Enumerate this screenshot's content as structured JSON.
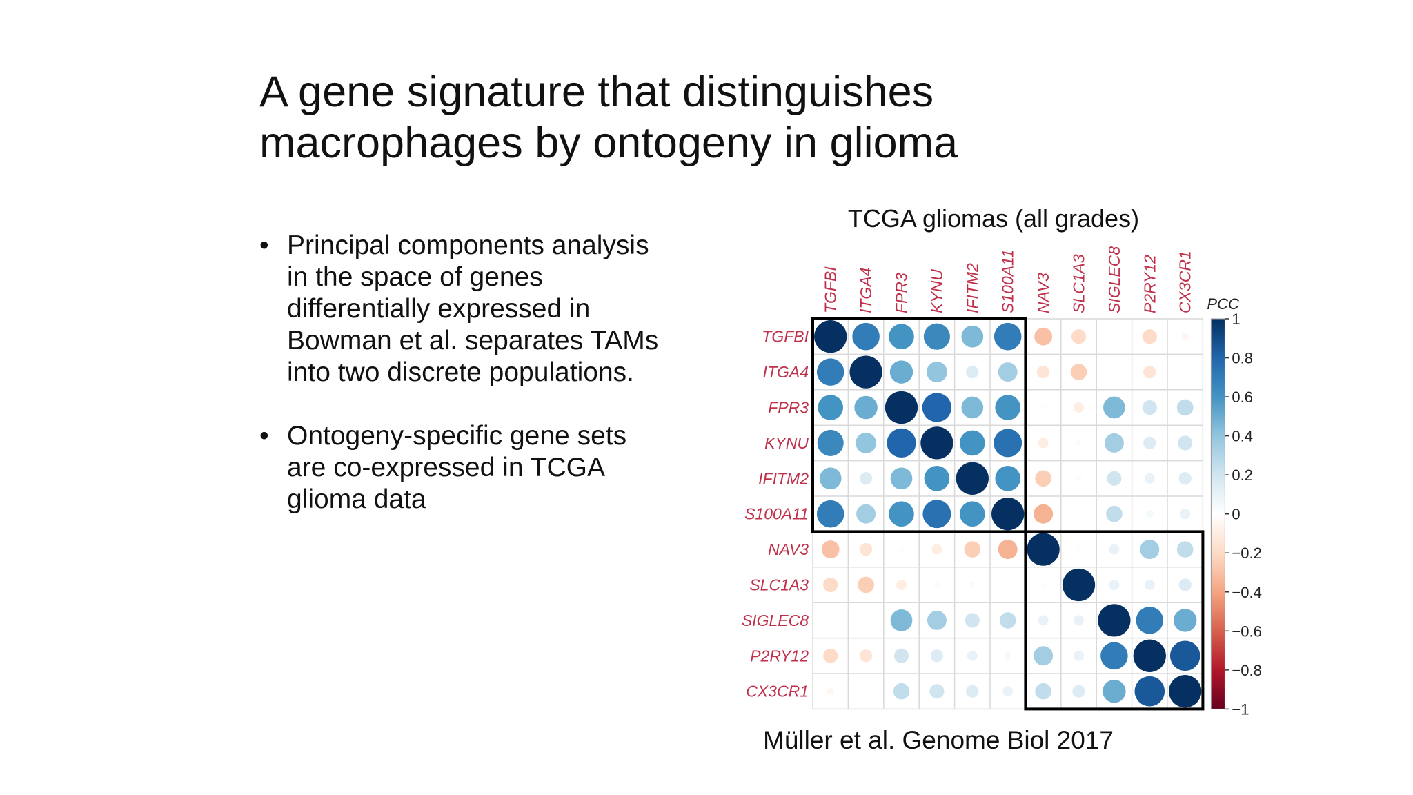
{
  "slide": {
    "title_lines": [
      "A gene signature that distinguishes",
      "macrophages by ontogeny in glioma"
    ],
    "bullets": [
      {
        "lines": [
          "Principal components analysis",
          "in the space of genes",
          "differentially expressed in",
          "Bowman et al. separates TAMs",
          "into two discrete populations."
        ]
      },
      {
        "lines": [
          "Ontogeny-specific gene sets",
          "are co-expressed in TCGA",
          "glioma data"
        ]
      }
    ],
    "chart_subtitle": "TCGA gliomas (all grades)",
    "citation": "Müller et al. Genome Biol 2017"
  },
  "chart_data": {
    "type": "heatmap",
    "subtype": "correlation-circle-matrix",
    "title": "",
    "legend_title": "PCC",
    "colorbar_ticks": [
      "1",
      "0.8",
      "0.6",
      "0.4",
      "0.2",
      "0",
      "−0.2",
      "−0.4",
      "−0.6",
      "−0.8",
      "−1"
    ],
    "value_range": [
      -1,
      1
    ],
    "genes": [
      "TGFBI",
      "ITGA4",
      "FPR3",
      "KYNU",
      "IFITM2",
      "S100A11",
      "NAV3",
      "SLC1A3",
      "SIGLEC8",
      "P2RY12",
      "CX3CR1"
    ],
    "matrix": [
      [
        1.0,
        0.7,
        0.6,
        0.65,
        0.45,
        0.7,
        -0.3,
        -0.2,
        0.0,
        -0.2,
        -0.05
      ],
      [
        0.7,
        1.0,
        0.5,
        0.4,
        0.15,
        0.35,
        -0.15,
        -0.25,
        0.0,
        -0.15,
        0.0
      ],
      [
        0.6,
        0.5,
        1.0,
        0.8,
        0.45,
        0.6,
        0.02,
        -0.1,
        0.45,
        0.2,
        0.25
      ],
      [
        0.65,
        0.4,
        0.8,
        1.0,
        0.6,
        0.75,
        -0.1,
        -0.03,
        0.35,
        0.15,
        0.2
      ],
      [
        0.45,
        0.15,
        0.45,
        0.6,
        1.0,
        0.6,
        -0.25,
        -0.03,
        0.2,
        0.1,
        0.15
      ],
      [
        0.7,
        0.35,
        0.6,
        0.75,
        0.6,
        1.0,
        -0.35,
        0.0,
        0.25,
        0.05,
        0.1
      ],
      [
        -0.3,
        -0.15,
        0.02,
        -0.1,
        -0.25,
        -0.35,
        1.0,
        -0.02,
        0.1,
        0.35,
        0.25
      ],
      [
        -0.2,
        -0.25,
        -0.1,
        -0.03,
        -0.03,
        0.0,
        -0.02,
        1.0,
        0.1,
        0.1,
        0.15
      ],
      [
        0.0,
        0.0,
        0.45,
        0.35,
        0.2,
        0.25,
        0.1,
        0.1,
        1.0,
        0.7,
        0.5
      ],
      [
        -0.2,
        -0.15,
        0.2,
        0.15,
        0.1,
        0.05,
        0.35,
        0.1,
        0.7,
        1.0,
        0.85
      ],
      [
        -0.05,
        0.0,
        0.25,
        0.2,
        0.15,
        0.1,
        0.25,
        0.15,
        0.5,
        0.85,
        1.0
      ]
    ],
    "cluster_boxes": [
      {
        "start": "TGFBI",
        "end": "S100A11"
      },
      {
        "start": "NAV3",
        "end": "CX3CR1"
      }
    ],
    "colors": {
      "positive": "#053061",
      "neutral": "#ffffff",
      "negative": "#67001f",
      "label": "#c0304a",
      "grid": "#d9d9d9",
      "box": "#000000"
    }
  }
}
